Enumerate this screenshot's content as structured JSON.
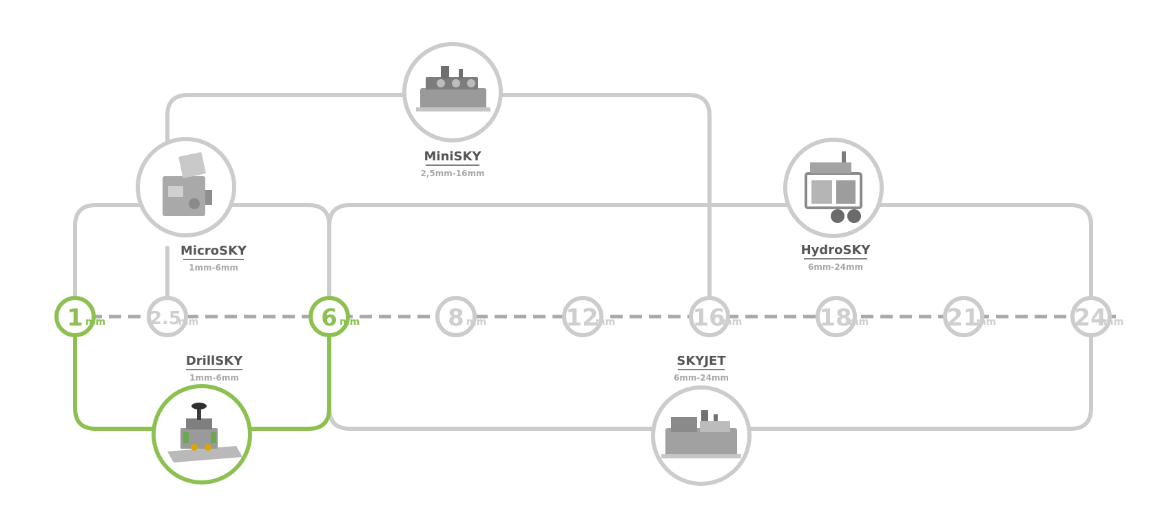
{
  "colors": {
    "inactive": "#cccccc",
    "active": "#8cc152",
    "dash": "#a9a9a9",
    "name_text": "#555555",
    "range_text": "#a8a8a8"
  },
  "unit": "mm",
  "scale": [
    {
      "label": "1",
      "active": true
    },
    {
      "label": "2.5",
      "active": false
    },
    {
      "label": "6",
      "active": true
    },
    {
      "label": "8",
      "active": false
    },
    {
      "label": "12",
      "active": false
    },
    {
      "label": "16",
      "active": false
    },
    {
      "label": "18",
      "active": false
    },
    {
      "label": "21",
      "active": false
    },
    {
      "label": "24",
      "active": false
    }
  ],
  "products": [
    {
      "name": "MiniSKY",
      "range": "2,5mm-16mm",
      "active": false,
      "icon": "minisky-machine-icon"
    },
    {
      "name": "MicroSKY",
      "range": "1mm-6mm",
      "active": false,
      "icon": "microsky-machine-icon"
    },
    {
      "name": "HydroSKY",
      "range": "6mm-24mm",
      "active": false,
      "icon": "hydrosky-machine-icon"
    },
    {
      "name": "DrillSKY",
      "range": "1mm-6mm",
      "active": true,
      "icon": "drillsky-machine-icon"
    },
    {
      "name": "SKYJET",
      "range": "6mm-24mm",
      "active": false,
      "icon": "skyjet-machine-icon"
    }
  ]
}
